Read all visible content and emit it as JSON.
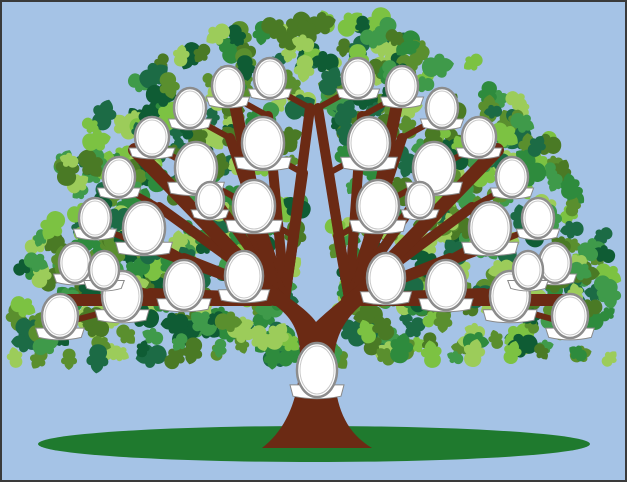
{
  "colors": {
    "sky": "#a5c3e6",
    "frame": "#3a3a3a",
    "ground": "#1f7a2e",
    "trunk": "#6b2a14",
    "leaf_palette": [
      "#0f5c34",
      "#2e8b3d",
      "#7cc242",
      "#4a7a25",
      "#1c6b45",
      "#9ccc5a",
      "#3f9a4a",
      "#5a8f2e"
    ],
    "portrait_fill": "#ffffff",
    "portrait_stroke": "#8c8c8c",
    "ribbon_fill": "#ffffff",
    "ribbon_stroke": "#8a8a8a"
  },
  "portrait_count": 35,
  "portrait_groups": {
    "root": 1,
    "left_branch": 17,
    "right_branch": 17
  }
}
